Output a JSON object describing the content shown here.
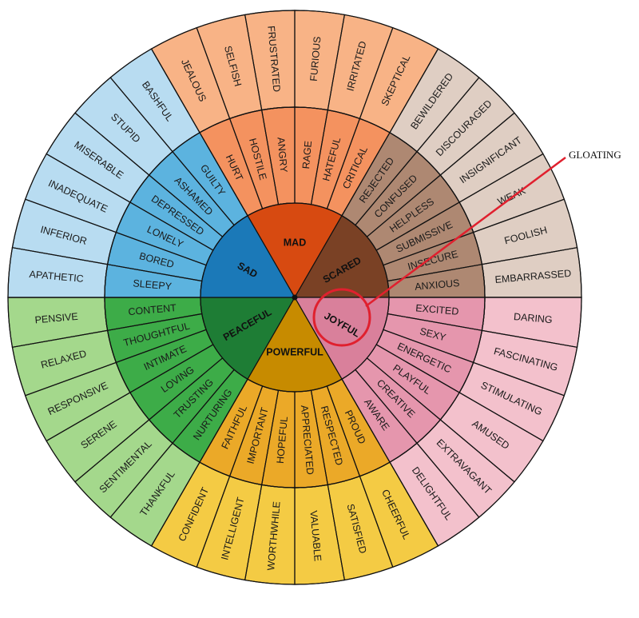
{
  "annotation": {
    "label": "GLOATING",
    "color": "#e0202e"
  },
  "wheel": {
    "colors": {
      "ring_stroke": "#111111"
    },
    "cores": [
      {
        "name": "MAD",
        "colors": {
          "core": "#d74a11",
          "inner": "#f4925f",
          "outer": "#f8b386"
        },
        "inner": [
          "HURT",
          "HOSTILE",
          "ANGRY",
          "RAGE",
          "HATEFUL",
          "CRITICAL"
        ],
        "outer": [
          "JEALOUS",
          "SELFISH",
          "FRUSTRATED",
          "FURIOUS",
          "IRRITATED",
          "SKEPTICAL"
        ]
      },
      {
        "name": "SCARED",
        "colors": {
          "core": "#7a4125",
          "inner": "#ae8872",
          "outer": "#dfcec3"
        },
        "inner": [
          "REJECTED",
          "CONFUSED",
          "HELPLESS",
          "SUBMISSIVE",
          "INSECURE",
          "ANXIOUS"
        ],
        "outer": [
          "BEWILDERED",
          "DISCOURAGED",
          "INSIGNIFICANT",
          "WEAK",
          "FOOLISH",
          "EMBARRASSED"
        ]
      },
      {
        "name": "JOYFUL",
        "colors": {
          "core": "#d9809b",
          "inner": "#e596ad",
          "outer": "#f3c1cc"
        },
        "inner": [
          "EXCITED",
          "SEXY",
          "ENERGETIC",
          "PLAYFUL",
          "CREATIVE",
          "AWARE"
        ],
        "outer": [
          "DARING",
          "FASCINATING",
          "STIMULATING",
          "AMUSED",
          "EXTRAVAGANT",
          "DELIGHTFUL"
        ]
      },
      {
        "name": "POWERFUL",
        "colors": {
          "core": "#c78b00",
          "inner": "#eba928",
          "outer": "#f4cb44"
        },
        "inner": [
          "PROUD",
          "RESPECTED",
          "APPRECIATED",
          "HOPEFUL",
          "IMPORTANT",
          "FAITHFUL"
        ],
        "outer": [
          "CHEERFUL",
          "SATISFIED",
          "VALUABLE",
          "WORTHWHILE",
          "INTELLIGENT",
          "CONFIDENT"
        ]
      },
      {
        "name": "PEACEFUL",
        "colors": {
          "core": "#1e7d35",
          "inner": "#3dac48",
          "outer": "#a4d88c"
        },
        "inner": [
          "NURTURING",
          "TRUSTING",
          "LOVING",
          "INTIMATE",
          "THOUGHTFUL",
          "CONTENT"
        ],
        "outer": [
          "THANKFUL",
          "SENTIMENTAL",
          "SERENE",
          "RESPONSIVE",
          "RELAXED",
          "PENSIVE"
        ]
      },
      {
        "name": "SAD",
        "colors": {
          "core": "#1b79b8",
          "inner": "#5cb3df",
          "outer": "#b8dcf1"
        },
        "inner": [
          "SLEEPY",
          "BORED",
          "LONELY",
          "DEPRESSED",
          "ASHAMED",
          "GUILTY"
        ],
        "outer": [
          "APATHETIC",
          "INFERIOR",
          "INADEQUATE",
          "MISERABLE",
          "STUPID",
          "BASHFUL"
        ]
      }
    ]
  }
}
